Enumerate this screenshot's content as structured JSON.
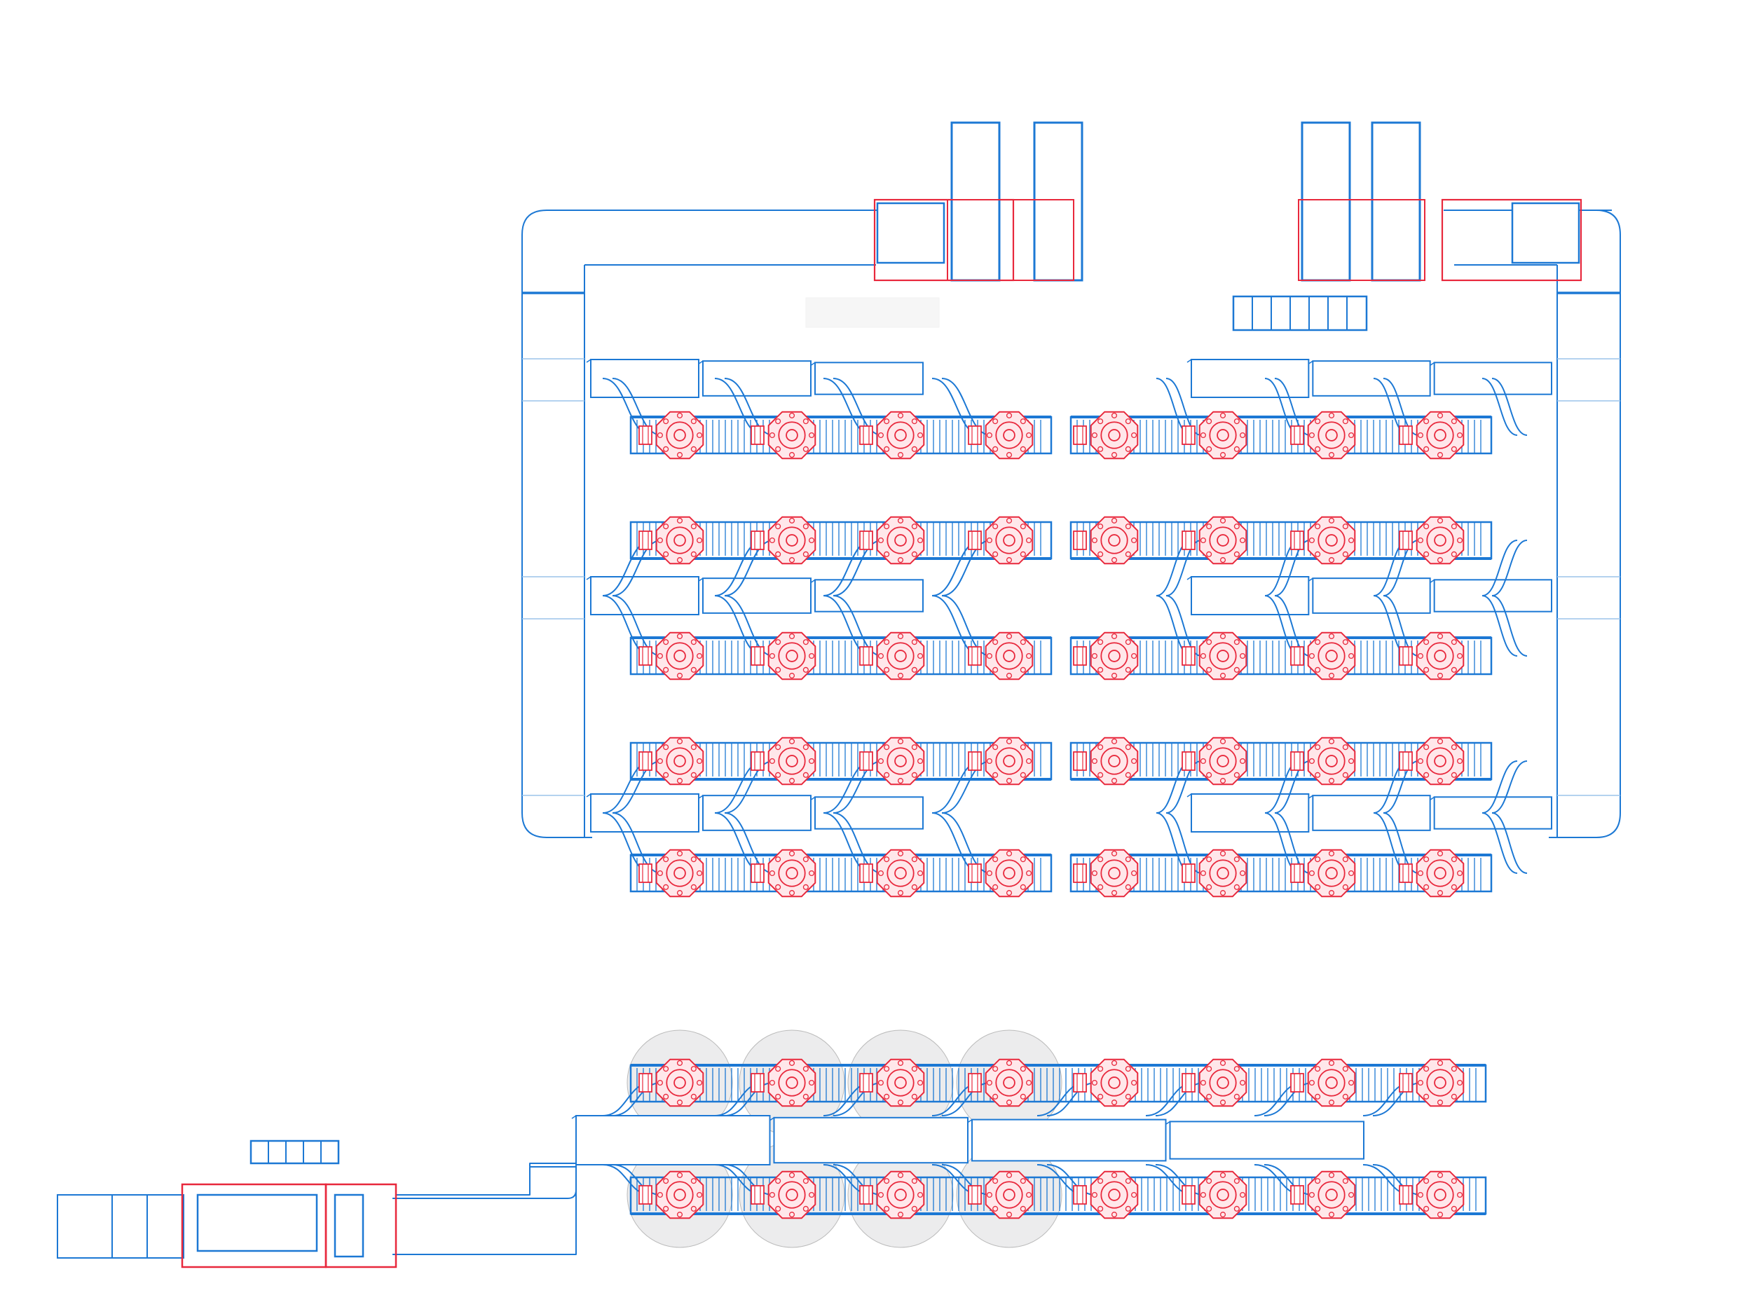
{
  "diagram": {
    "kind": "plan-view",
    "colors": {
      "background": "#ffffff",
      "duct": "#1c78d4",
      "duct_light": "#9cc4ea",
      "valve": "#e8283c",
      "valve_fill": "#ffe7ea",
      "highlight_disc": "#d4d4d6"
    },
    "upper_layout": {
      "banks_per_side": 5,
      "valves_per_bank": 4,
      "sides": [
        "left",
        "right"
      ],
      "air_handler_units": 2
    },
    "lower_layout": {
      "banks": 2,
      "valves_per_bank": 8,
      "highlighted_valves_per_bank": 4,
      "air_handler_units": 1
    },
    "icons": [
      "valve-icon",
      "fan-unit-icon",
      "filter-bank-icon",
      "duct-icon"
    ]
  }
}
